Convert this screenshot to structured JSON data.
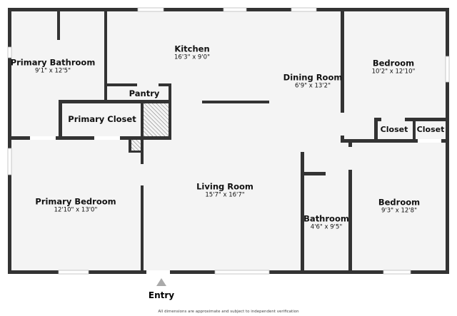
{
  "rooms": [
    {
      "name": "Primary Bathroom",
      "dims": "9'1\" x 12'5\""
    },
    {
      "name": "Kitchen",
      "dims": "16'3\" x 9'0\""
    },
    {
      "name": "Dining Room",
      "dims": "6'9\" x 13'2\""
    },
    {
      "name": "Bedroom",
      "dims": "10'2\" x 12'10\""
    },
    {
      "name": "Pantry"
    },
    {
      "name": "Primary Closet"
    },
    {
      "name": "Closet"
    },
    {
      "name": "Closet"
    },
    {
      "name": "Primary Bedroom",
      "dims": "12'10\" x 13'0\""
    },
    {
      "name": "Living Room",
      "dims": "15'7\" x 16'7\""
    },
    {
      "name": "Bathroom",
      "dims": "4'6\" x 9'5\""
    },
    {
      "name": "Bedroom",
      "dims": "9'3\" x 12'8\""
    }
  ],
  "entry_label": "Entry",
  "footnote": "All dimensions are approximate and subject to independent verification",
  "colors": {
    "wall": "#333333",
    "floor": "#f4f4f4",
    "entry_arrow": "#aaaaaa"
  }
}
